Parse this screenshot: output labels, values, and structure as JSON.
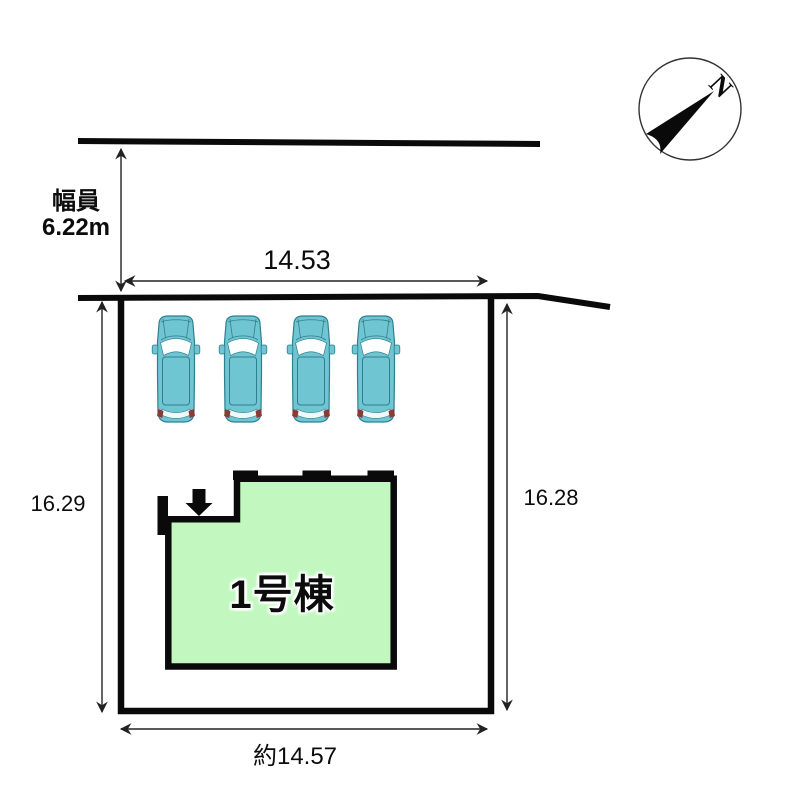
{
  "site_plan": {
    "road": {
      "width_caption": "幅員",
      "width_value": "6.22m"
    },
    "dimensions": {
      "road_frontage_top": "14.53",
      "side_left": "16.29",
      "side_right": "16.28",
      "frontage_bottom": "約14.57"
    },
    "building": {
      "label": "1号棟",
      "fill_color": "#c2f8c0"
    },
    "compass": {
      "north_label": "N"
    },
    "parking": {
      "car_count": "4",
      "car_body_color": "#6fc5d1",
      "car_glass_color": "#fdfefe",
      "car_outline_color": "#2f7f8f",
      "tail_light_color": "#8c3b34"
    },
    "colors": {
      "boundary_line": "#0a0a0a",
      "dimension_line": "#222222",
      "background": "#ffffff"
    }
  },
  "icons": {
    "compass": "north-arrow-icon",
    "car": "car-icon",
    "entrance": "entrance-arrow-icon"
  }
}
